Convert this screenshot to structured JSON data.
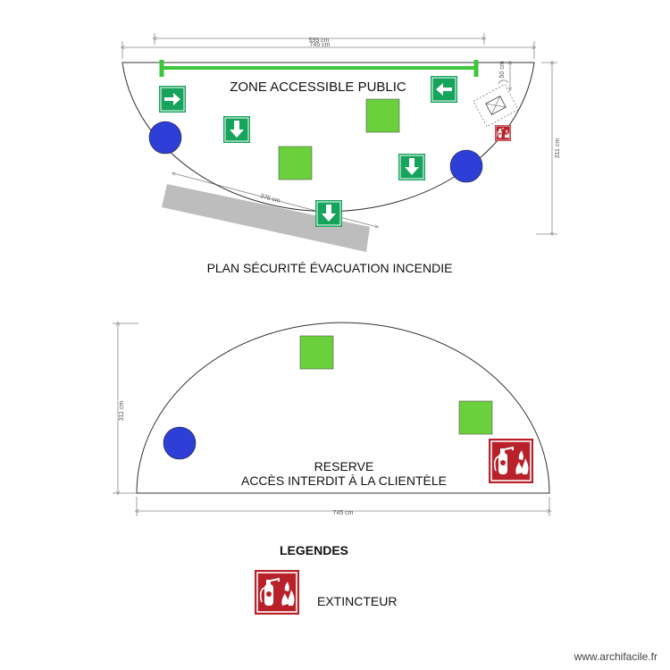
{
  "colors": {
    "outline": "#333333",
    "exit_green": "#16a35c",
    "exit_bar": "#3cc63c",
    "zone_green": "#6ad03c",
    "blue_circle": "#2e3fd8",
    "extinguisher_red": "#b8202a",
    "wall_gray": "#bdbdbd",
    "dimension": "#888888"
  },
  "upper_plan": {
    "zone_label": "ZONE ACCESSIBLE PUBLIC",
    "plan_title": "PLAN SÉCURITÉ  ÉVACUATION INCENDIE",
    "dim_width_inner": "599 cm",
    "dim_width_outer": "745 cm",
    "dim_height": "311 cm",
    "dim_small": "50 cm",
    "dim_wall": "376 cm",
    "icons": [
      "arrow-right-icon",
      "arrow-left-icon",
      "arrow-down-icon",
      "fire-extinguisher-icon"
    ]
  },
  "lower_plan": {
    "label_line1": "RESERVE",
    "label_line2": "ACCÈS INTERDIT À LA CLIENTÈLE",
    "dim_height": "311 cm",
    "dim_width": "745 cm",
    "icons": [
      "fire-extinguisher-icon"
    ]
  },
  "legend": {
    "title": "LEGENDES",
    "items": [
      {
        "icon": "fire-extinguisher-icon",
        "label": "EXTINCTEUR"
      }
    ]
  },
  "watermark": "www.archifacile.fr"
}
